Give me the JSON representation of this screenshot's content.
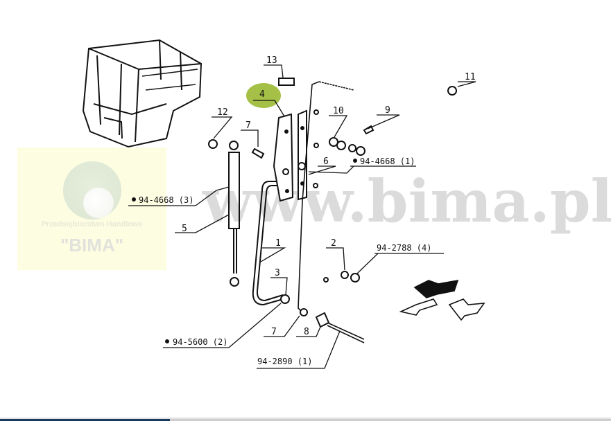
{
  "logo": {
    "company_line": "Przedsiębiorstwo Handlowe",
    "name": "\"BIMA\""
  },
  "watermark": "www.bima.pl",
  "highlight_color": "#a5c046",
  "callouts": {
    "p13": "13",
    "p4": "4",
    "p12": "12",
    "p7a": "7",
    "p10": "10",
    "p9": "9",
    "p11": "11",
    "p5": "5",
    "p6": "6",
    "p1": "1",
    "p2": "2",
    "p3": "3",
    "p7b": "7",
    "p8": "8"
  },
  "references": {
    "r1": "94-4668 (1)",
    "r2": "94-4668 (3)",
    "r3": "94-2788 (4)",
    "r4": "94-5600 (2)",
    "r5": "94-2890 (1)"
  }
}
